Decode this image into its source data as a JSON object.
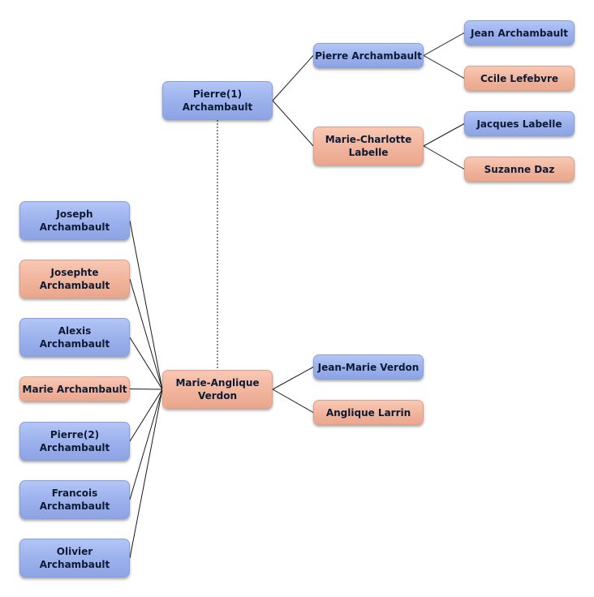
{
  "people": {
    "pierre1": {
      "name": "Pierre(1)\nArchambault",
      "sex": "male"
    },
    "pierre_sr": {
      "name": "Pierre Archambault",
      "sex": "male"
    },
    "jean": {
      "name": "Jean Archambault",
      "sex": "male"
    },
    "ccile": {
      "name": "Ccile Lefebvre",
      "sex": "female"
    },
    "marie_charlotte": {
      "name": "Marie-Charlotte\nLabelle",
      "sex": "female"
    },
    "jacques": {
      "name": "Jacques Labelle",
      "sex": "male"
    },
    "suzanne": {
      "name": "Suzanne Daz",
      "sex": "female"
    },
    "marie_anglique": {
      "name": "Marie-Anglique\nVerdon",
      "sex": "female"
    },
    "jean_marie": {
      "name": "Jean-Marie Verdon",
      "sex": "male"
    },
    "anglique_larrin": {
      "name": "Anglique Larrin",
      "sex": "female"
    },
    "joseph": {
      "name": "Joseph\nArchambault",
      "sex": "male"
    },
    "josephte": {
      "name": "Josephte\nArchambault",
      "sex": "female"
    },
    "alexis": {
      "name": "Alexis\nArchambault",
      "sex": "male"
    },
    "marie": {
      "name": "Marie Archambault",
      "sex": "female"
    },
    "pierre2": {
      "name": "Pierre(2)\nArchambault",
      "sex": "male"
    },
    "francois": {
      "name": "Francois\nArchambault",
      "sex": "male"
    },
    "olivier": {
      "name": "Olivier\nArchambault",
      "sex": "male"
    }
  },
  "parent_links": [
    {
      "from": "pierre1",
      "to": "pierre_sr"
    },
    {
      "from": "pierre1",
      "to": "marie_charlotte"
    },
    {
      "from": "pierre_sr",
      "to": "jean"
    },
    {
      "from": "pierre_sr",
      "to": "ccile"
    },
    {
      "from": "marie_charlotte",
      "to": "jacques"
    },
    {
      "from": "marie_charlotte",
      "to": "suzanne"
    },
    {
      "from": "marie_anglique",
      "to": "jean_marie"
    },
    {
      "from": "marie_anglique",
      "to": "anglique_larrin"
    }
  ],
  "child_links": [
    {
      "from": "marie_anglique",
      "to": "joseph"
    },
    {
      "from": "marie_anglique",
      "to": "josephte"
    },
    {
      "from": "marie_anglique",
      "to": "alexis"
    },
    {
      "from": "marie_anglique",
      "to": "marie"
    },
    {
      "from": "marie_anglique",
      "to": "pierre2"
    },
    {
      "from": "marie_anglique",
      "to": "francois"
    },
    {
      "from": "marie_anglique",
      "to": "olivier"
    }
  ],
  "spouse_links": [
    {
      "from": "pierre1",
      "to": "marie_anglique"
    }
  ],
  "colors": {
    "male": "#9bb0ec",
    "female": "#f1b49c",
    "line": "#1a1a1a",
    "spouse_line": "#666666"
  }
}
